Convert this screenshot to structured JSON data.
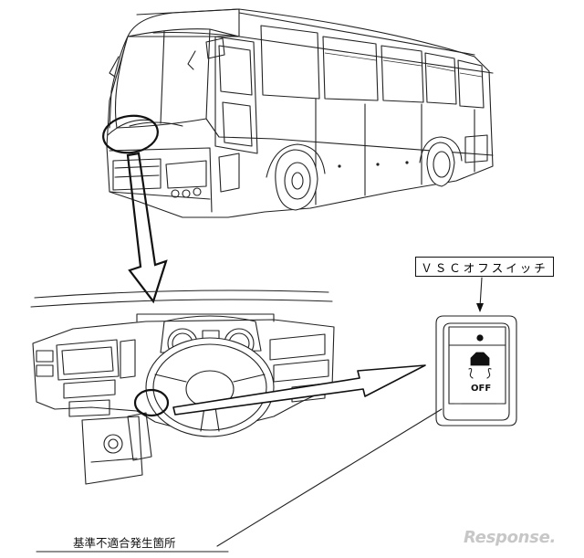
{
  "labels": {
    "vsc_off_switch": "ＶＳＣオフスイッチ",
    "defect_location": "基準不適合発生箇所",
    "switch_text": "OFF"
  },
  "watermark": {
    "text": "Response."
  },
  "colors": {
    "line": "#222222",
    "watermark": "#c7c7c7",
    "background": "#ffffff"
  }
}
